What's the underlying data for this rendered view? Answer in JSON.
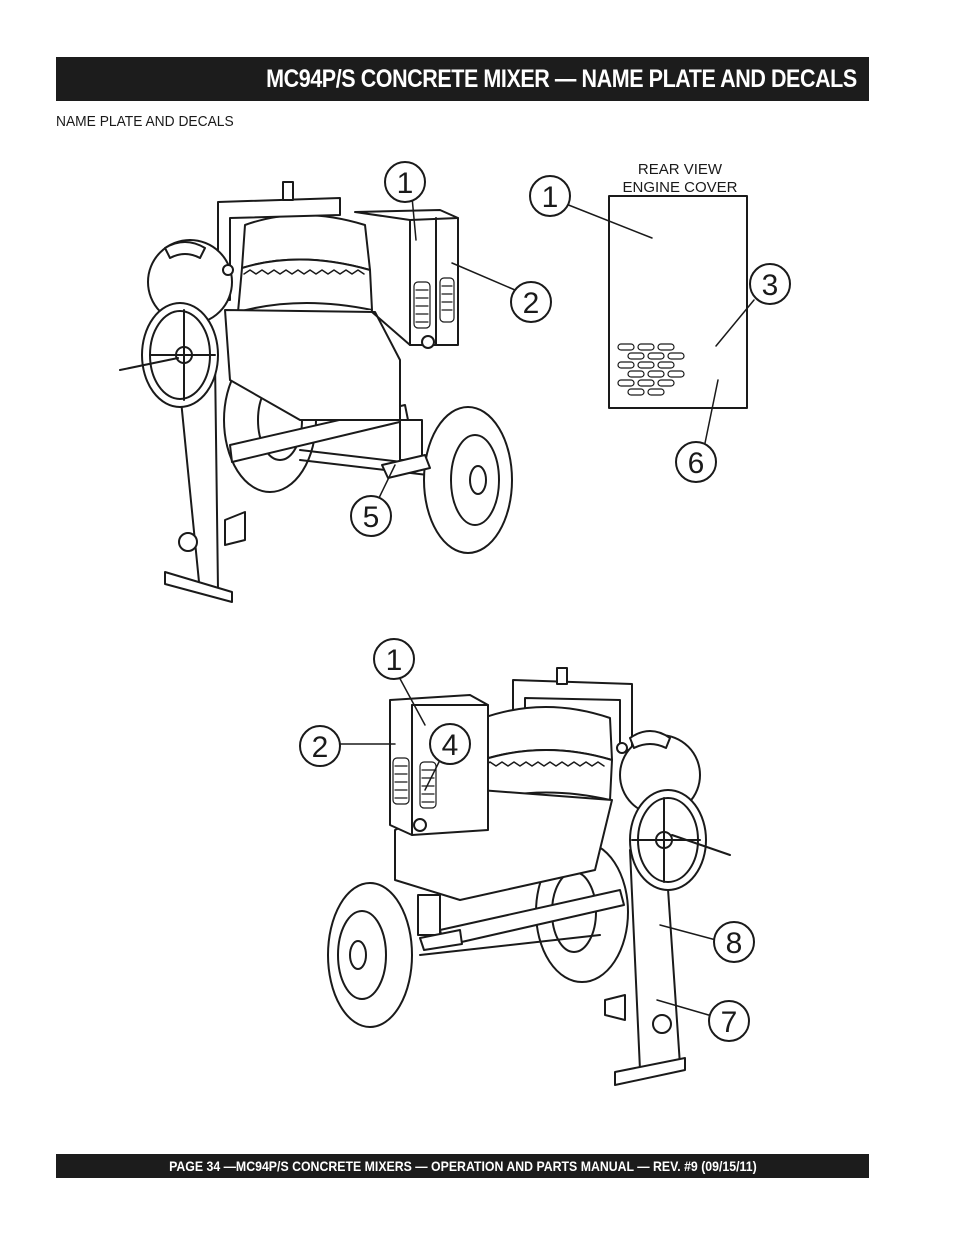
{
  "header": {
    "title": "MC94P/S CONCRETE MIXER —  NAME PLATE AND DECALS"
  },
  "section": {
    "label": "NAME PLATE AND DECALS"
  },
  "rear_view": {
    "line1": "REAR VIEW",
    "line2": "ENGINE COVER"
  },
  "callouts_top": [
    "1",
    "2",
    "5"
  ],
  "callouts_rear": [
    "1",
    "3",
    "6"
  ],
  "callouts_bottom": [
    "1",
    "2",
    "4",
    "8",
    "7"
  ],
  "footer": {
    "text": "PAGE 34 —MC94P/S  CONCRETE MIXERS — OPERATION AND PARTS MANUAL — REV. #9 (09/15/11)"
  }
}
